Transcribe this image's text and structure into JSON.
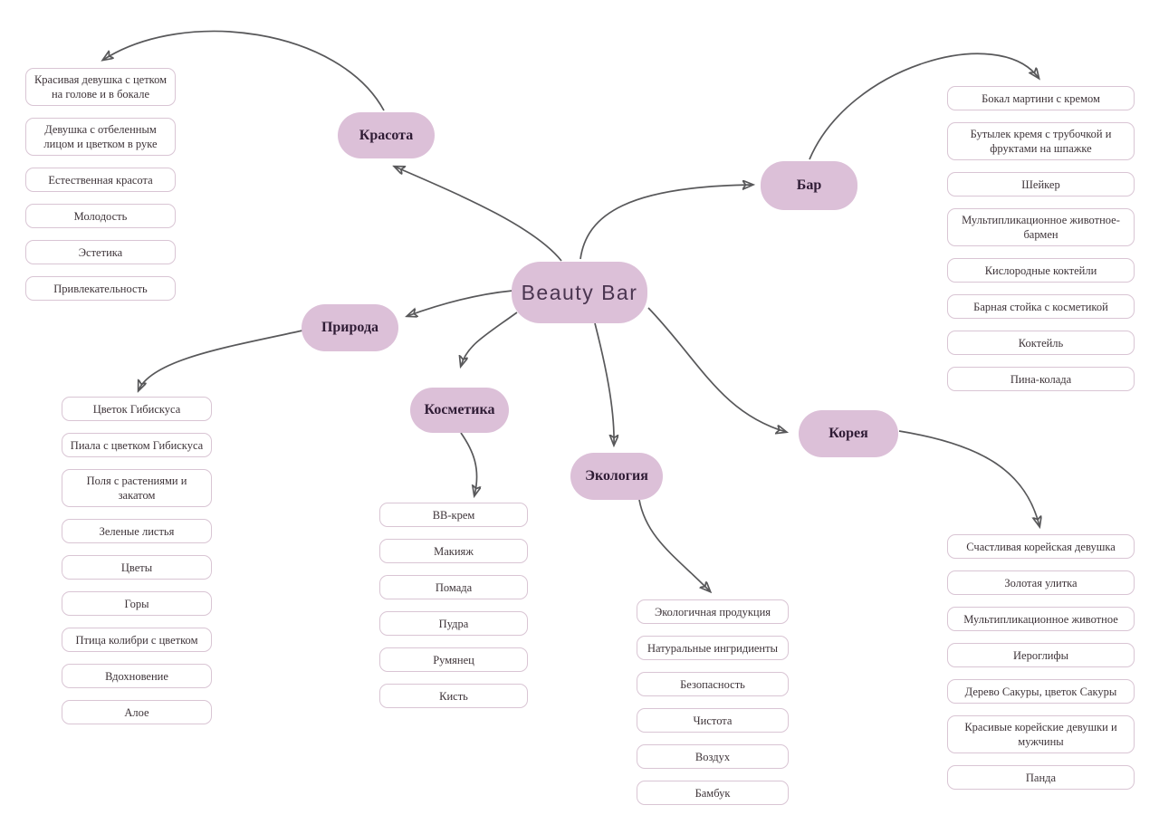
{
  "center": {
    "label": "Beauty Bar"
  },
  "colors": {
    "node_fill": "#dcc0d8",
    "node_text": "#2f1c35",
    "center_text": "#4a3550",
    "leaf_border": "#d9c5d4",
    "leaf_text": "#3e3439",
    "edge_color": "#58585a"
  },
  "branches": [
    {
      "id": "krasota",
      "label": "Красота",
      "items": [
        "Красивая девушка с цетком на голове и в бокале",
        "Девушка с отбеленным лицом и цветком в руке",
        "Естественная красота",
        "Молодость",
        "Эстетика",
        "Привлекательность"
      ]
    },
    {
      "id": "bar",
      "label": "Бар",
      "items": [
        "Бокал мартини с кремом",
        "Бутылек кремя с трубочкой и фруктами на шпажке",
        "Шейкер",
        "Мультипликационное животное-бармен",
        "Кислородные коктейли",
        "Барная стойка с косметикой",
        "Коктейль",
        "Пина-колада"
      ]
    },
    {
      "id": "priroda",
      "label": "Природа",
      "items": [
        "Цветок Гибискуса",
        "Пиала с цветком Гибискуса",
        "Поля с растениями и закатом",
        "Зеленые листья",
        "Цветы",
        "Горы",
        "Птица колибри с цветком",
        "Вдохновение",
        "Алое"
      ]
    },
    {
      "id": "kosmetika",
      "label": "Косметика",
      "items": [
        "ВВ-крем",
        "Макияж",
        "Помада",
        "Пудра",
        "Румянец",
        "Кисть"
      ]
    },
    {
      "id": "ekologia",
      "label": "Экология",
      "items": [
        "Экологичная продукция",
        "Натуральные ингридиенты",
        "Безопасность",
        "Чистота",
        "Воздух",
        "Бамбук"
      ]
    },
    {
      "id": "korea",
      "label": "Корея",
      "items": [
        "Счастливая корейская девушка",
        "Золотая улитка",
        "Мультипликационное животное",
        "Иероглифы",
        "Дерево Сакуры, цветок Сакуры",
        "Красивые корейские девушки и мужчины",
        "Панда"
      ]
    }
  ]
}
